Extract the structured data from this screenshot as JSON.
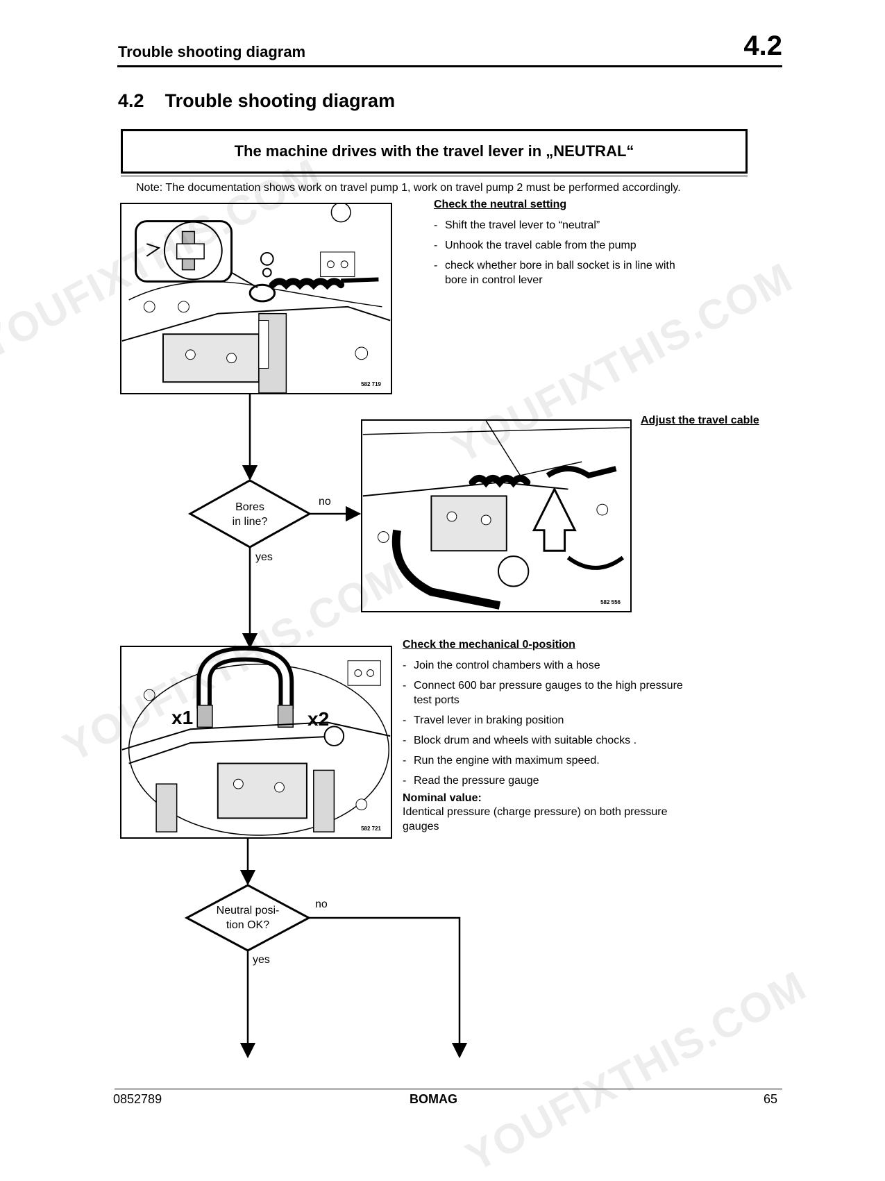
{
  "header": {
    "title": "Trouble shooting diagram",
    "section_number": "4.2"
  },
  "section_heading": {
    "number": "4.2",
    "title": "Trouble shooting diagram"
  },
  "problem_box": "The machine drives with the travel lever in „NEUTRAL“",
  "note": "Note: The documentation shows work on travel pump 1, work on travel pump 2 must be performed accordingly.",
  "step1": {
    "heading": "Check the neutral setting",
    "items": [
      "Shift the travel lever  to “neutral”",
      "Unhook the travel cable  from the pump",
      "check whether bore in ball socket is in line with bore in control lever"
    ],
    "image_code": "582 719"
  },
  "decision1": {
    "line1": "Bores",
    "line2": "in line?",
    "no_label": "no",
    "yes_label": "yes"
  },
  "step2": {
    "heading": "Adjust the travel cable",
    "image_code": "582 556"
  },
  "step3": {
    "heading": "Check the mechanical 0-position",
    "items": [
      "Join the control chambers with a hose",
      "Connect 600 bar pressure gauges to the high pressure test ports",
      "Travel lever in braking position",
      "Block drum and wheels with suitable chocks .",
      "Run the engine with maximum speed.",
      "Read the pressure gauge"
    ],
    "nominal_label": "Nominal value:",
    "nominal_text": "Identical pressure (charge pressure) on both pressure gauges",
    "image_code": "582 721",
    "port_labels": [
      "x1",
      "x2"
    ]
  },
  "decision2": {
    "line1": "Neutral posi-",
    "line2": "tion OK?",
    "no_label": "no",
    "yes_label": "yes"
  },
  "footer": {
    "doc_number": "0852789",
    "brand": "BOMAG",
    "page": "65"
  },
  "watermark": "YOUFIXTHIS.COM"
}
